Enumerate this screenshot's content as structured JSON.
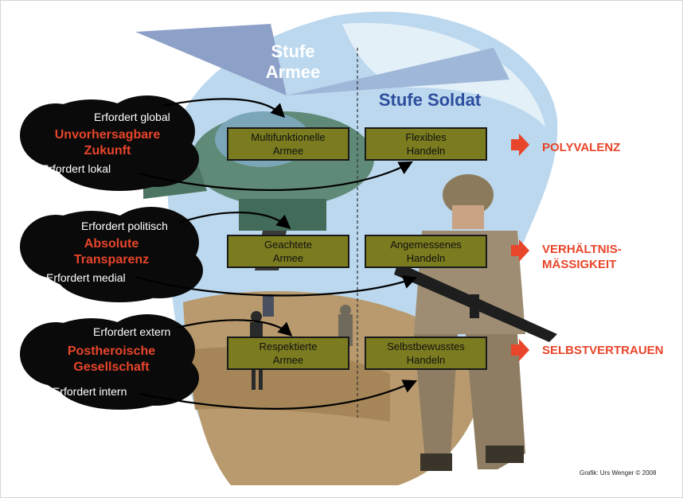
{
  "headers": {
    "army_line1": "Stufe",
    "army_line2": "Armee",
    "soldier": "Stufe Soldat"
  },
  "clouds": [
    {
      "top": "Erfordert global",
      "title_line1": "Unvorhersagbare",
      "title_line2": "Zukunft",
      "bottom": "Erfordert lokal"
    },
    {
      "top": "Erfordert politisch",
      "title_line1": "Absolute",
      "title_line2": "Transparenz",
      "bottom": "Erfordert medial"
    },
    {
      "top": "Erfordert extern",
      "title_line1": "Postheroische",
      "title_line2": "Gesellschaft",
      "bottom": "Erfordert intern"
    }
  ],
  "army_boxes": [
    {
      "line1": "Multifunktionelle",
      "line2": "Armee"
    },
    {
      "line1": "Geachtete",
      "line2": "Armee"
    },
    {
      "line1": "Respektierte",
      "line2": "Armee"
    }
  ],
  "soldier_boxes": [
    {
      "line1": "Flexibles",
      "line2": "Handeln"
    },
    {
      "line1": "Angemessenes",
      "line2": "Handeln"
    },
    {
      "line1": "Selbstbewusstes",
      "line2": "Handeln"
    }
  ],
  "results": [
    {
      "line1": "POLYVALENZ",
      "line2": ""
    },
    {
      "line1": "VERHÄLTNIS-",
      "line2": "MÄSSIGKEIT"
    },
    {
      "line1": "SELBSTVERTRAUEN",
      "line2": ""
    }
  ],
  "credit": "Grafik: Urs Wenger © 2008",
  "colors": {
    "box": "#7b7b1f",
    "accent": "#e8452a",
    "soldier_header": "#2d4e9e",
    "sky": "#bcd8ee",
    "cloud": "#0a0a0a"
  }
}
